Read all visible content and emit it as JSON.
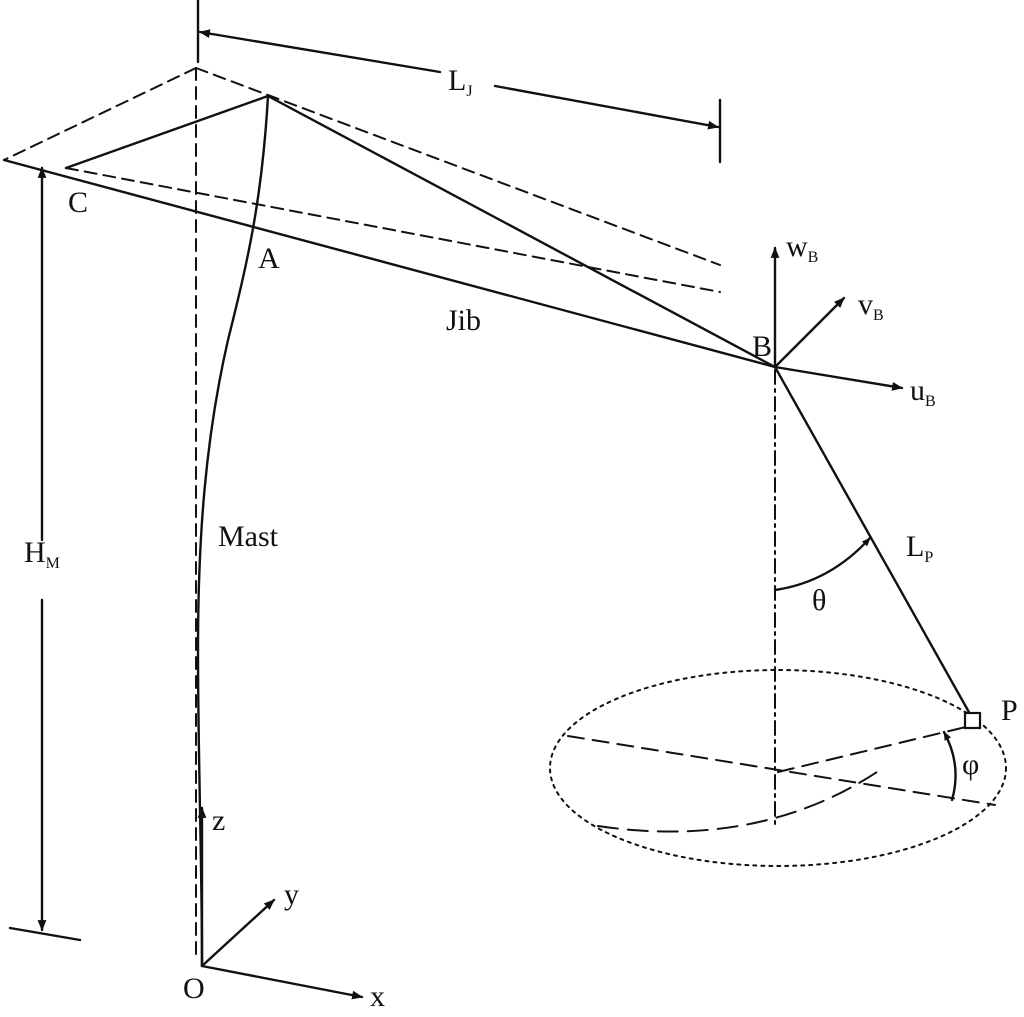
{
  "labels": {
    "C": "C",
    "A": "A",
    "B": "B",
    "P": "P",
    "O": "O",
    "jib": "Jib",
    "mast": "Mast",
    "L_J_main": "L",
    "L_J_sub": "J",
    "H_M_main": "H",
    "H_M_sub": "M",
    "L_P_main": "L",
    "L_P_sub": "P",
    "w_B_main": "w",
    "w_B_sub": "B",
    "v_B_main": "v",
    "v_B_sub": "B",
    "u_B_main": "u",
    "u_B_sub": "B",
    "theta": "θ",
    "phi": "φ",
    "x": "x",
    "y": "y",
    "z": "z"
  },
  "colors": {
    "ink": "#111111",
    "background": "#ffffff"
  }
}
